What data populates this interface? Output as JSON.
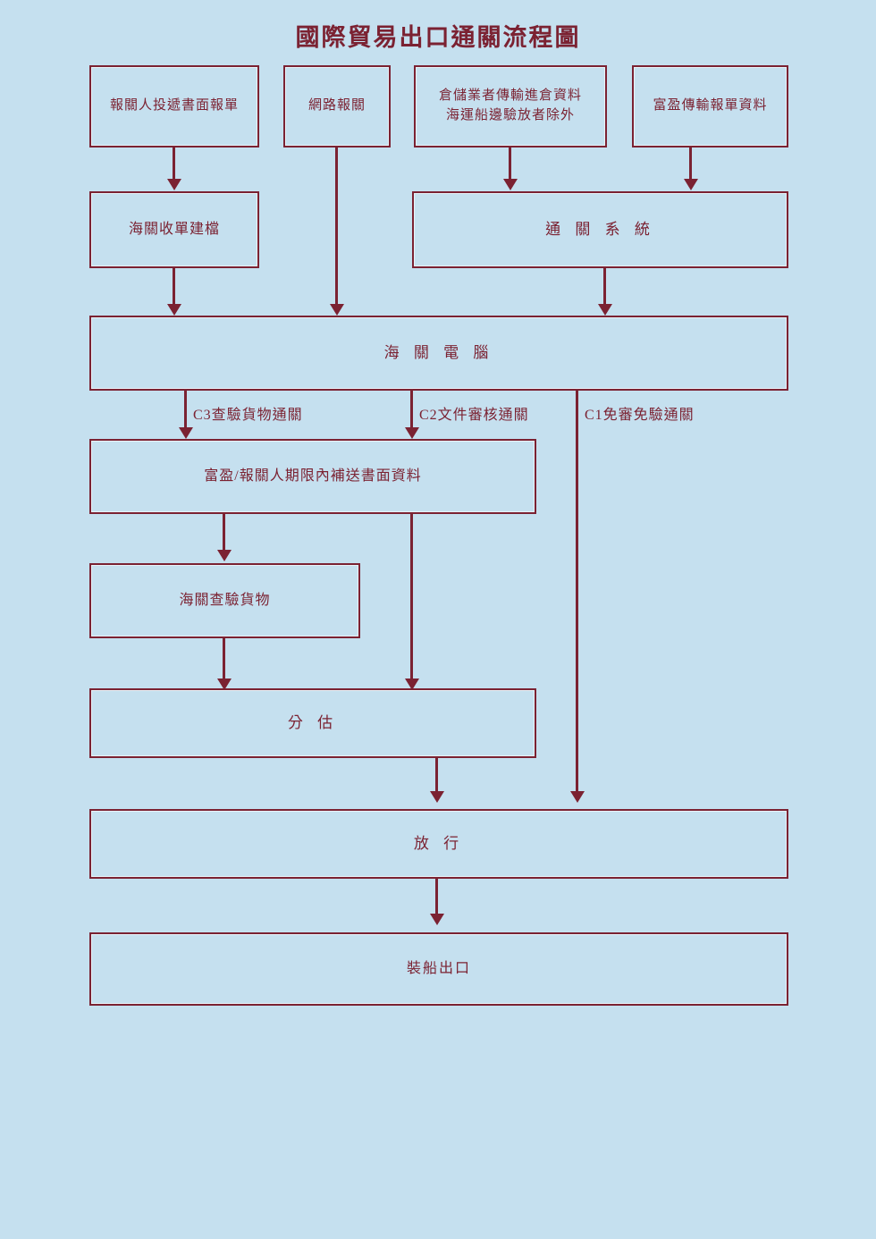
{
  "diagram": {
    "title": "國際貿易出口通關流程圖",
    "colors": {
      "background": "#c5e0ef",
      "stroke": "#7b2232",
      "text": "#7b2232",
      "inner_rule": "#e8f2f8"
    },
    "nodes": {
      "broker_paper": "報關人投遞書面報單",
      "online_declaration": "網路報關",
      "warehouse_transmit": "倉儲業者傳輸進倉資料\n海運船邊驗放者除外",
      "fuying_transmit": "富盈傳輸報單資料",
      "customs_receive_file": "海關收單建檔",
      "clearance_system": "通 關 系 統",
      "customs_computer": "海 關 電 腦",
      "supplement_paper": "富盈/報關人期限內補送書面資料",
      "customs_inspect_goods": "海關查驗貨物",
      "appraisal": "分 估",
      "release": "放 行",
      "ship_export": "裝船出口"
    },
    "branch_labels": {
      "c3": "C3查驗貨物通關",
      "c2": "C2文件審核通關",
      "c1": "C1免審免驗通關"
    }
  }
}
